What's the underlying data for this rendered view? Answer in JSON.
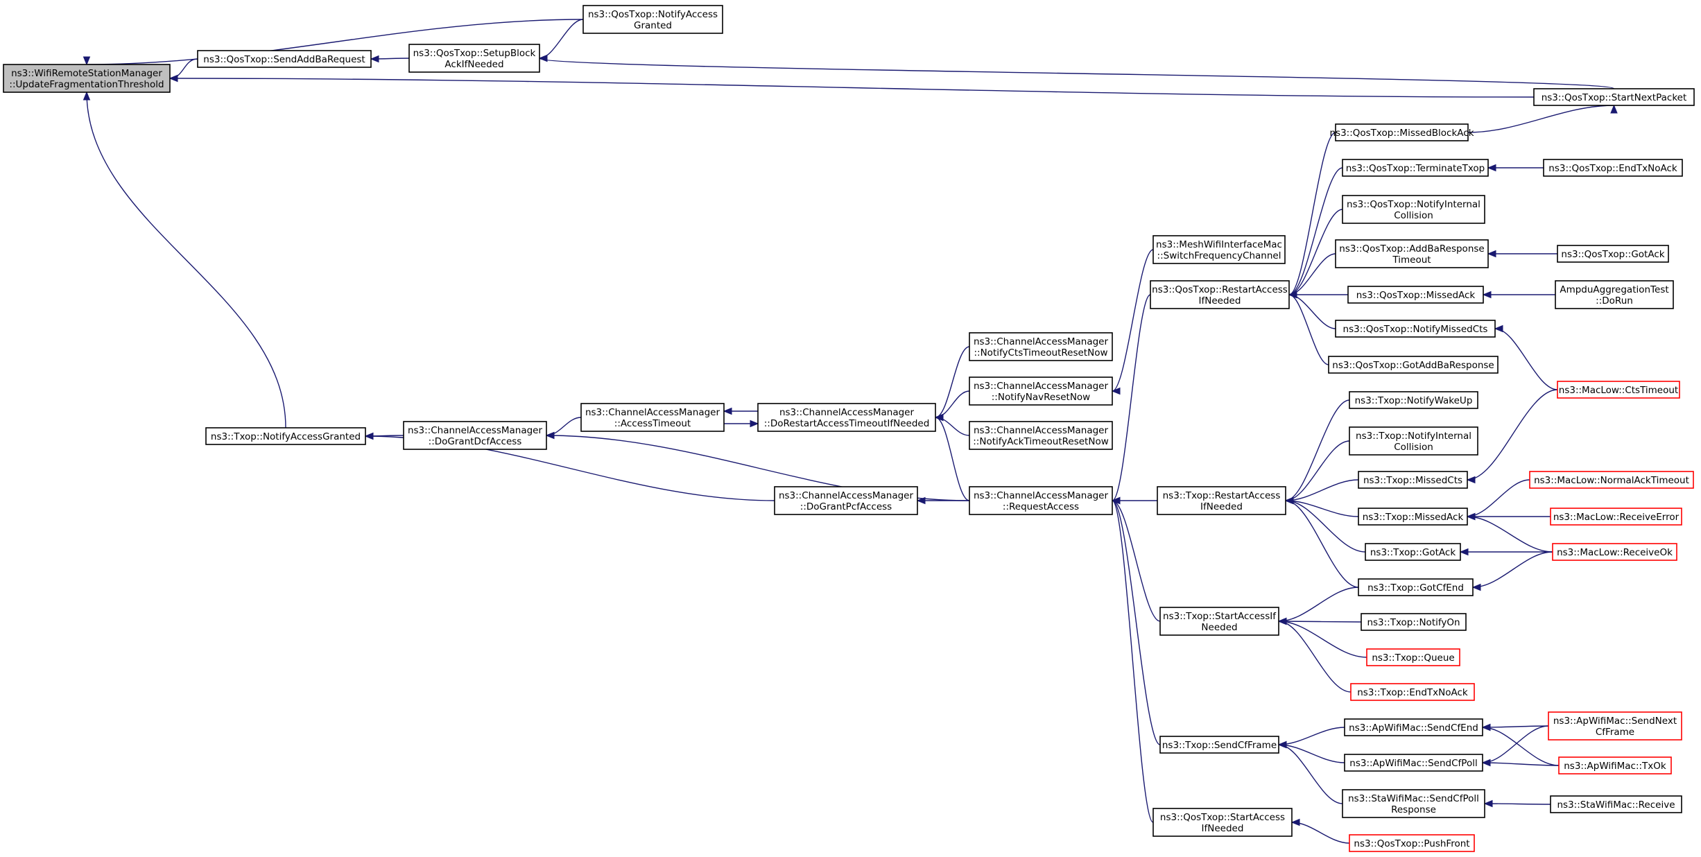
{
  "nodes": [
    {
      "id": "root",
      "lines": [
        "ns3::WifiRemoteStationManager",
        "::UpdateFragmentationThreshold"
      ],
      "root": true
    },
    {
      "id": "sendAddBa",
      "lines": [
        "ns3::QosTxop::SendAddBaRequest"
      ]
    },
    {
      "id": "setupBlock",
      "lines": [
        "ns3::QosTxop::SetupBlock",
        "AckIfNeeded"
      ]
    },
    {
      "id": "qosNotifyAccessGranted",
      "lines": [
        "ns3::QosTxop::NotifyAccess",
        "Granted"
      ]
    },
    {
      "id": "qosStartNextPacket",
      "lines": [
        "ns3::QosTxop::StartNextPacket"
      ]
    },
    {
      "id": "txopNotifyAccessGranted",
      "lines": [
        "ns3::Txop::NotifyAccessGranted"
      ]
    },
    {
      "id": "doGrantDcf",
      "lines": [
        "ns3::ChannelAccessManager",
        "::DoGrantDcfAccess"
      ]
    },
    {
      "id": "accessTimeout",
      "lines": [
        "ns3::ChannelAccessManager",
        "::AccessTimeout"
      ]
    },
    {
      "id": "doRestartTimeout",
      "lines": [
        "ns3::ChannelAccessManager",
        "::DoRestartAccessTimeoutIfNeeded"
      ]
    },
    {
      "id": "notifyCtsReset",
      "lines": [
        "ns3::ChannelAccessManager",
        "::NotifyCtsTimeoutResetNow"
      ]
    },
    {
      "id": "notifyNavReset",
      "lines": [
        "ns3::ChannelAccessManager",
        "::NotifyNavResetNow"
      ]
    },
    {
      "id": "notifyAckReset",
      "lines": [
        "ns3::ChannelAccessManager",
        "::NotifyAckTimeoutResetNow"
      ]
    },
    {
      "id": "switchFreq",
      "lines": [
        "ns3::MeshWifiInterfaceMac",
        "::SwitchFrequencyChannel"
      ]
    },
    {
      "id": "doGrantPcf",
      "lines": [
        "ns3::ChannelAccessManager",
        "::DoGrantPcfAccess"
      ]
    },
    {
      "id": "requestAccess",
      "lines": [
        "ns3::ChannelAccessManager",
        "::RequestAccess"
      ]
    },
    {
      "id": "qosRestartAccess",
      "lines": [
        "ns3::QosTxop::RestartAccess",
        "IfNeeded"
      ]
    },
    {
      "id": "qosMissedBlockAck",
      "lines": [
        "ns3::QosTxop::MissedBlockAck"
      ]
    },
    {
      "id": "qosTerminateTxop",
      "lines": [
        "ns3::QosTxop::TerminateTxop"
      ]
    },
    {
      "id": "qosEndTxNoAck",
      "lines": [
        "ns3::QosTxop::EndTxNoAck"
      ]
    },
    {
      "id": "qosNotifyInternal",
      "lines": [
        "ns3::QosTxop::NotifyInternal",
        "Collision"
      ]
    },
    {
      "id": "qosAddBaResponseTimeout",
      "lines": [
        "ns3::QosTxop::AddBaResponse",
        "Timeout"
      ]
    },
    {
      "id": "qosGotAck",
      "lines": [
        "ns3::QosTxop::GotAck"
      ]
    },
    {
      "id": "qosMissedAck",
      "lines": [
        "ns3::QosTxop::MissedAck"
      ]
    },
    {
      "id": "ampduDoRun",
      "lines": [
        "AmpduAggregationTest",
        "::DoRun"
      ]
    },
    {
      "id": "qosNotifyMissedCts",
      "lines": [
        "ns3::QosTxop::NotifyMissedCts"
      ]
    },
    {
      "id": "qosGotAddBaResponse",
      "lines": [
        "ns3::QosTxop::GotAddBaResponse"
      ]
    },
    {
      "id": "macLowCtsTimeout",
      "lines": [
        "ns3::MacLow::CtsTimeout"
      ],
      "red": true
    },
    {
      "id": "txopNotifyWakeUp",
      "lines": [
        "ns3::Txop::NotifyWakeUp"
      ]
    },
    {
      "id": "txopNotifyInternal",
      "lines": [
        "ns3::Txop::NotifyInternal",
        "Collision"
      ]
    },
    {
      "id": "txopRestartAccess",
      "lines": [
        "ns3::Txop::RestartAccess",
        "IfNeeded"
      ]
    },
    {
      "id": "txopMissedCts",
      "lines": [
        "ns3::Txop::MissedCts"
      ]
    },
    {
      "id": "txopMissedAck",
      "lines": [
        "ns3::Txop::MissedAck"
      ]
    },
    {
      "id": "macLowNormalAckTimeout",
      "lines": [
        "ns3::MacLow::NormalAckTimeout"
      ],
      "red": true
    },
    {
      "id": "macLowReceiveError",
      "lines": [
        "ns3::MacLow::ReceiveError"
      ],
      "red": true
    },
    {
      "id": "txopGotAck",
      "lines": [
        "ns3::Txop::GotAck"
      ]
    },
    {
      "id": "macLowReceiveOk",
      "lines": [
        "ns3::MacLow::ReceiveOk"
      ],
      "red": true
    },
    {
      "id": "txopGotCfEnd",
      "lines": [
        "ns3::Txop::GotCfEnd"
      ]
    },
    {
      "id": "txopStartAccessIf",
      "lines": [
        "ns3::Txop::StartAccessIf",
        "Needed"
      ]
    },
    {
      "id": "txopNotifyOn",
      "lines": [
        "ns3::Txop::NotifyOn"
      ]
    },
    {
      "id": "txopQueue",
      "lines": [
        "ns3::Txop::Queue"
      ],
      "red": true
    },
    {
      "id": "txopEndTxNoAck",
      "lines": [
        "ns3::Txop::EndTxNoAck"
      ],
      "red": true
    },
    {
      "id": "txopSendCfFrame",
      "lines": [
        "ns3::Txop::SendCfFrame"
      ]
    },
    {
      "id": "apSendCfEnd",
      "lines": [
        "ns3::ApWifiMac::SendCfEnd"
      ]
    },
    {
      "id": "apSendNextCfFrame",
      "lines": [
        "ns3::ApWifiMac::SendNext",
        "CfFrame"
      ],
      "red": true
    },
    {
      "id": "apSendCfPoll",
      "lines": [
        "ns3::ApWifiMac::SendCfPoll"
      ]
    },
    {
      "id": "apTxOk",
      "lines": [
        "ns3::ApWifiMac::TxOk"
      ],
      "red": true
    },
    {
      "id": "staSendCfPollResponse",
      "lines": [
        "ns3::StaWifiMac::SendCfPoll",
        "Response"
      ]
    },
    {
      "id": "staReceive",
      "lines": [
        "ns3::StaWifiMac::Receive"
      ]
    },
    {
      "id": "qosStartAccess",
      "lines": [
        "ns3::QosTxop::StartAccess",
        "IfNeeded"
      ]
    },
    {
      "id": "qosPushFront",
      "lines": [
        "ns3::QosTxop::PushFront"
      ],
      "red": true
    }
  ],
  "edges": [
    {
      "from": "sendAddBa",
      "to": "root"
    },
    {
      "from": "qosNotifyAccessGranted",
      "to": "root"
    },
    {
      "from": "qosStartNextPacket",
      "to": "root"
    },
    {
      "from": "txopNotifyAccessGranted",
      "to": "root"
    },
    {
      "from": "setupBlock",
      "to": "sendAddBa"
    },
    {
      "from": "qosNotifyAccessGranted",
      "to": "setupBlock"
    },
    {
      "from": "qosStartNextPacket",
      "to": "setupBlock"
    },
    {
      "from": "qosMissedBlockAck",
      "to": "qosStartNextPacket"
    },
    {
      "from": "doGrantDcf",
      "to": "txopNotifyAccessGranted"
    },
    {
      "from": "doGrantPcf",
      "to": "txopNotifyAccessGranted"
    },
    {
      "from": "accessTimeout",
      "to": "doGrantDcf"
    },
    {
      "from": "requestAccess",
      "to": "doGrantDcf"
    },
    {
      "from": "doRestartTimeout",
      "to": "accessTimeout"
    },
    {
      "from": "accessTimeout",
      "to": "doRestartTimeout"
    },
    {
      "from": "notifyCtsReset",
      "to": "doRestartTimeout"
    },
    {
      "from": "notifyNavReset",
      "to": "doRestartTimeout"
    },
    {
      "from": "notifyAckReset",
      "to": "doRestartTimeout"
    },
    {
      "from": "requestAccess",
      "to": "doRestartTimeout"
    },
    {
      "from": "switchFreq",
      "to": "notifyNavReset"
    },
    {
      "from": "requestAccess",
      "to": "doGrantPcf"
    },
    {
      "from": "qosRestartAccess",
      "to": "requestAccess"
    },
    {
      "from": "txopRestartAccess",
      "to": "requestAccess"
    },
    {
      "from": "txopStartAccessIf",
      "to": "requestAccess"
    },
    {
      "from": "txopSendCfFrame",
      "to": "requestAccess"
    },
    {
      "from": "qosStartAccess",
      "to": "requestAccess"
    },
    {
      "from": "qosMissedBlockAck",
      "to": "qosRestartAccess"
    },
    {
      "from": "qosTerminateTxop",
      "to": "qosRestartAccess"
    },
    {
      "from": "qosNotifyInternal",
      "to": "qosRestartAccess"
    },
    {
      "from": "qosAddBaResponseTimeout",
      "to": "qosRestartAccess"
    },
    {
      "from": "qosMissedAck",
      "to": "qosRestartAccess"
    },
    {
      "from": "qosNotifyMissedCts",
      "to": "qosRestartAccess"
    },
    {
      "from": "qosGotAddBaResponse",
      "to": "qosRestartAccess"
    },
    {
      "from": "qosEndTxNoAck",
      "to": "qosTerminateTxop"
    },
    {
      "from": "qosGotAck",
      "to": "qosAddBaResponseTimeout"
    },
    {
      "from": "ampduDoRun",
      "to": "qosMissedAck"
    },
    {
      "from": "macLowCtsTimeout",
      "to": "qosNotifyMissedCts"
    },
    {
      "from": "txopNotifyWakeUp",
      "to": "txopRestartAccess"
    },
    {
      "from": "txopNotifyInternal",
      "to": "txopRestartAccess"
    },
    {
      "from": "txopMissedCts",
      "to": "txopRestartAccess"
    },
    {
      "from": "txopMissedAck",
      "to": "txopRestartAccess"
    },
    {
      "from": "txopGotAck",
      "to": "txopRestartAccess"
    },
    {
      "from": "txopGotCfEnd",
      "to": "txopRestartAccess"
    },
    {
      "from": "macLowCtsTimeout",
      "to": "txopMissedCts"
    },
    {
      "from": "macLowNormalAckTimeout",
      "to": "txopMissedAck"
    },
    {
      "from": "macLowReceiveError",
      "to": "txopMissedAck"
    },
    {
      "from": "macLowReceiveOk",
      "to": "txopMissedAck"
    },
    {
      "from": "macLowReceiveOk",
      "to": "txopGotAck"
    },
    {
      "from": "macLowReceiveOk",
      "to": "txopGotCfEnd"
    },
    {
      "from": "txopGotCfEnd",
      "to": "txopStartAccessIf"
    },
    {
      "from": "txopNotifyOn",
      "to": "txopStartAccessIf"
    },
    {
      "from": "txopQueue",
      "to": "txopStartAccessIf"
    },
    {
      "from": "txopEndTxNoAck",
      "to": "txopStartAccessIf"
    },
    {
      "from": "apSendCfEnd",
      "to": "txopSendCfFrame"
    },
    {
      "from": "apSendCfPoll",
      "to": "txopSendCfFrame"
    },
    {
      "from": "staSendCfPollResponse",
      "to": "txopSendCfFrame"
    },
    {
      "from": "apSendNextCfFrame",
      "to": "apSendCfEnd"
    },
    {
      "from": "apTxOk",
      "to": "apSendCfEnd"
    },
    {
      "from": "apSendNextCfFrame",
      "to": "apSendCfPoll"
    },
    {
      "from": "apTxOk",
      "to": "apSendCfPoll"
    },
    {
      "from": "staReceive",
      "to": "staSendCfPollResponse"
    },
    {
      "from": "qosPushFront",
      "to": "qosStartAccess"
    }
  ],
  "colors": {
    "edge": "#191970",
    "node_border": "#000000",
    "external_border": "#ff0000",
    "root_fill": "#bfbfbf"
  }
}
